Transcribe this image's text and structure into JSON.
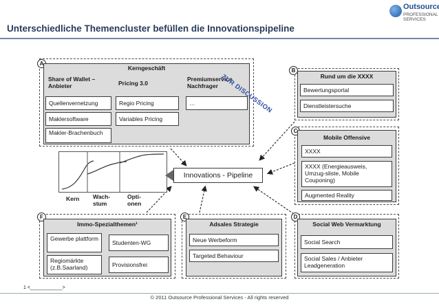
{
  "header": {
    "title": "Unterschiedliche Themencluster befüllen die Innovationspipeline",
    "logo_text": "Outsource",
    "logo_subtext": "PROFESSIONAL SERVICES"
  },
  "stamp": "ZUR DISCUSSION",
  "boxes": {
    "A": {
      "letter": "A",
      "title": "Kerngeschäft",
      "columns": [
        {
          "header": "Share of Wallet – Anbieter",
          "items": [
            "Quellenvernetzung",
            "Maklersoftware",
            "Makler-Brachenbuch"
          ]
        },
        {
          "header": "Pricing 3.0",
          "items": [
            "Regio Pricing",
            "Variables Pricing"
          ]
        },
        {
          "header": "Premiumservice Nachfrager",
          "items": [
            "…"
          ]
        }
      ]
    },
    "B": {
      "letter": "B",
      "title": "Rund um die XXXX",
      "items": [
        "Bewertungsportal",
        "Dienstleistersuche"
      ]
    },
    "C": {
      "letter": "C",
      "title": "Mobile Offensive",
      "items": [
        "XXXX",
        "XXXX (Energieausweis, Umzug-sliste, Mobile Couponing)",
        "Augmented Reality"
      ]
    },
    "D": {
      "letter": "D",
      "title": "Social Web Vermarktung",
      "items": [
        "Social Search",
        "Social Sales / Anbieter Leadgeneration"
      ]
    },
    "E": {
      "letter": "E",
      "title": "Adsales Strategie",
      "items": [
        "Neue Werbeform",
        "Targeted Behaviour"
      ]
    },
    "F": {
      "letter": "F",
      "title": "Immo-Spezialthemen¹",
      "items": [
        "Gewerbe plattform",
        "Studenten-WG",
        "Regiomärkte (z.B.Saarland)",
        "Provisionsfrei"
      ]
    }
  },
  "center": {
    "pipeline_label": "Innovations - Pipeline",
    "curve_labels": [
      "Kern",
      "Wach-stum",
      "Opti-onen"
    ]
  },
  "footnote": "1 <____________>",
  "footer": "© 2011 Outsource Professional Services -  All rights reserved",
  "colors": {
    "title": "#2a3a5c",
    "rule": "#6e86ae",
    "header_fill": "#dcdcdc",
    "stamp": "#2f4f9f"
  }
}
